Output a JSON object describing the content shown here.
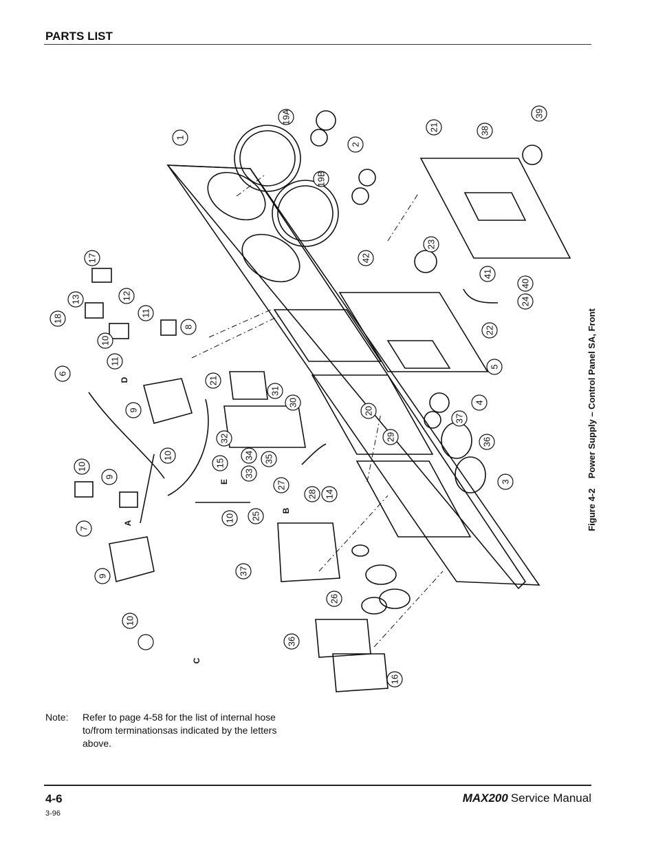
{
  "header": {
    "section_title": "PARTS LIST"
  },
  "figure": {
    "caption_number": "Figure 4-2",
    "caption_title": "Power Supply – Control Panel SA, Front",
    "callouts": [
      "1",
      "19A",
      "2",
      "19B",
      "21",
      "38",
      "39",
      "23",
      "42",
      "41",
      "40",
      "24",
      "22",
      "5",
      "4",
      "37",
      "36",
      "3",
      "29",
      "20",
      "30",
      "31",
      "32",
      "33",
      "34",
      "35",
      "21",
      "27",
      "28",
      "14",
      "10",
      "25",
      "26",
      "37",
      "36",
      "16",
      "17",
      "13",
      "18",
      "12",
      "11",
      "8",
      "10",
      "11",
      "6",
      "9",
      "10",
      "15",
      "9",
      "10",
      "7",
      "9",
      "10"
    ],
    "letters": [
      "A",
      "B",
      "C",
      "D",
      "E"
    ]
  },
  "note": {
    "label": "Note:",
    "text": "Refer to page 4-58 for the list of internal hose to/from terminationsas indicated by the letters above."
  },
  "footer": {
    "page_number": "4-6",
    "date_code": "3-96",
    "product": "MAX200",
    "manual_title": "Service Manual"
  }
}
